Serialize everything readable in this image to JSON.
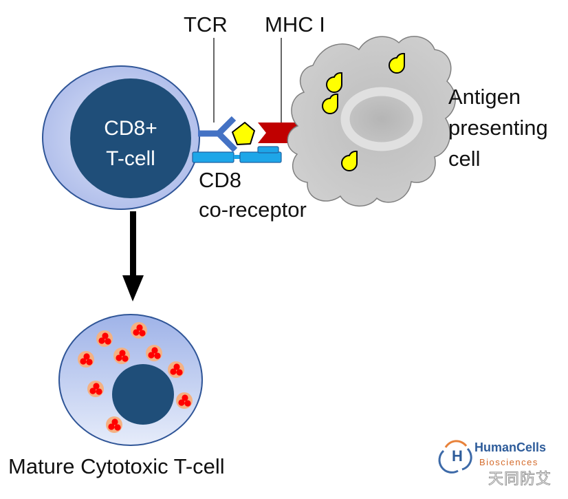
{
  "labels": {
    "tcr": "TCR",
    "mhc": "MHC I",
    "tcell_line1": "CD8+",
    "tcell_line2": "T-cell",
    "cd8_line1": "CD8",
    "cd8_line2": "co-receptor",
    "apc_line1": "Antigen",
    "apc_line2": "presenting",
    "apc_line3": "cell",
    "mature": "Mature Cytotoxic T-cell"
  },
  "logo": {
    "letter": "H",
    "name": "HumanCells",
    "subtitle": "Biosciences",
    "watermark": "天同防艾"
  },
  "colors": {
    "tcell_outer": "#b9c6ee",
    "tcell_nucleus": "#1f4e79",
    "tcr": "#4472c4",
    "cd8": "#1ea6e8",
    "mhc": "#c00000",
    "antigen": "#ffff00",
    "apc": "#c8c8c8",
    "granule_halo": "#f4b183",
    "granule": "#ff0000"
  },
  "mature_cell": {
    "granule_count": 9
  },
  "apc": {
    "antigen_count": 4
  }
}
